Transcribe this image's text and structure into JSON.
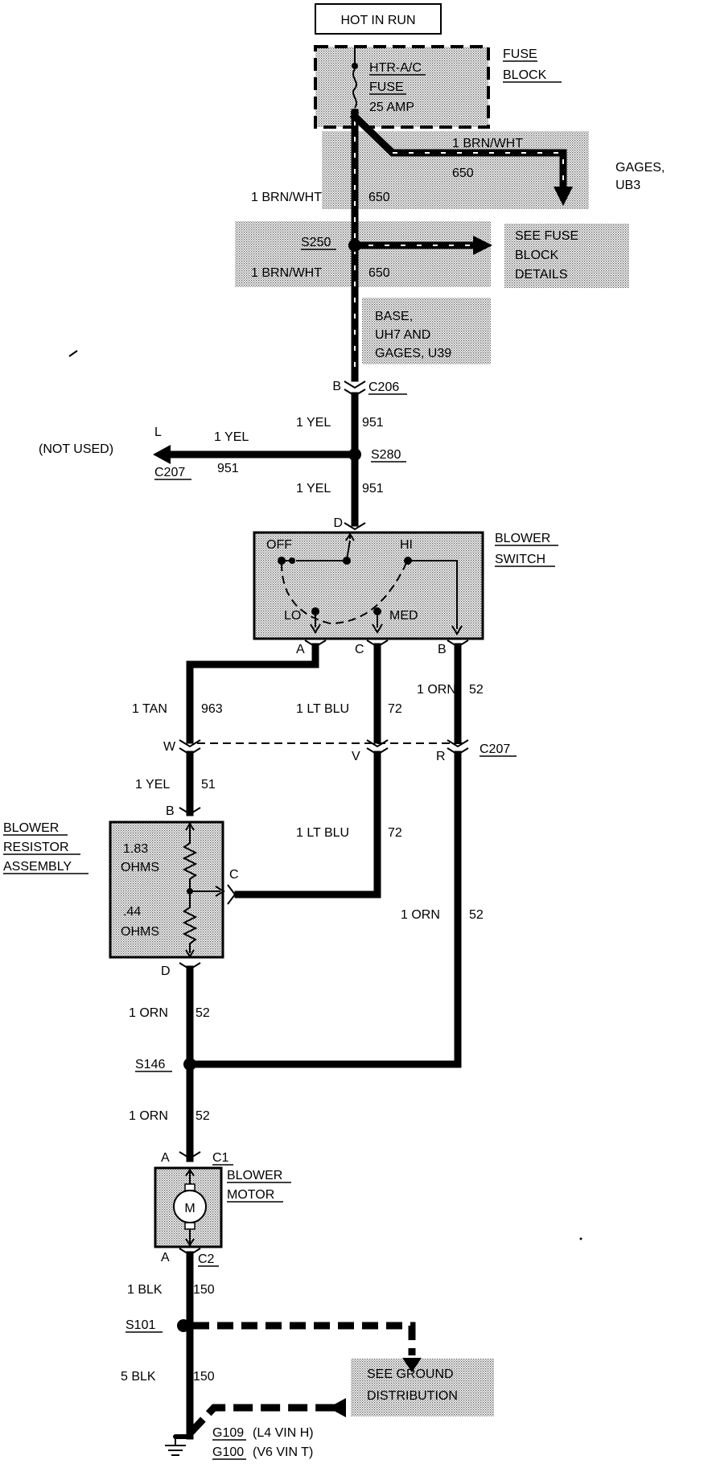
{
  "labels": {
    "hot_in_run": "HOT IN RUN",
    "fuse_block_1": "FUSE",
    "fuse_block_2": "BLOCK",
    "fuse_name_1": "HTR-A/C",
    "fuse_name_2": "FUSE",
    "fuse_rating": "25 AMP",
    "gages_ub3_1": "GAGES,",
    "gages_ub3_2": "UB3",
    "see_fuse_1": "SEE FUSE",
    "see_fuse_2": "BLOCK",
    "see_fuse_3": "DETAILS",
    "base_1": "BASE,",
    "base_2": "UH7 AND",
    "base_3": "GAGES, U39",
    "not_used": "(NOT USED)",
    "blower_switch_1": "BLOWER",
    "blower_switch_2": "SWITCH",
    "sw_off": "OFF",
    "sw_hi": "HI",
    "sw_lo": "LO",
    "sw_med": "MED",
    "resistor_1": "BLOWER",
    "resistor_2": "RESISTOR",
    "resistor_3": "ASSEMBLY",
    "r1_value": "1.83",
    "r1_unit": "OHMS",
    "r2_value": ".44",
    "r2_unit": "OHMS",
    "motor_1": "BLOWER",
    "motor_2": "MOTOR",
    "motor_symbol": "M",
    "see_ground_1": "SEE GROUND",
    "see_ground_2": "DISTRIBUTION",
    "g109": "G109",
    "g109_note": "(L4 VIN H)",
    "g100": "G100",
    "g100_note": "(V6 VIN T)"
  },
  "wires": {
    "brn_wht_top": "1 BRN/WHT",
    "c650_top": "650",
    "brn_wht_branch": "1 BRN/WHT",
    "c650_branch": "650",
    "brn_wht_mid": "1 BRN/WHT",
    "c650_mid": "650",
    "yel_1": "1 YEL",
    "c951_1": "951",
    "yel_left": "1 YEL",
    "c951_left": "951",
    "yel_2": "1 YEL",
    "c951_2": "951",
    "tan": "1 TAN",
    "c963": "963",
    "ltblu_1": "1 LT BLU",
    "c72_1": "72",
    "orn_1": "1 ORN",
    "c52_1": "52",
    "yel_51": "1 YEL",
    "c51": "51",
    "ltblu_2": "1 LT BLU",
    "c72_2": "72",
    "orn_right": "1 ORN",
    "c52_right": "52",
    "orn_d": "1 ORN",
    "c52_d": "52",
    "orn_motor": "1 ORN",
    "c52_motor": "52",
    "blk_1": "1 BLK",
    "c150_1": "150",
    "blk_5": "5 BLK",
    "c150_5": "150"
  },
  "connectors": {
    "s250": "S250",
    "c206": "C206",
    "c206_pin": "B",
    "s280": "S280",
    "c207_left": "C207",
    "c207_left_pin": "L",
    "switch_pin_d": "D",
    "switch_pin_a": "A",
    "switch_pin_c": "C",
    "switch_pin_b": "B",
    "c207_mid": "C207",
    "c207_pin_w": "W",
    "c207_pin_v": "V",
    "c207_pin_r": "R",
    "res_pin_b": "B",
    "res_pin_c": "C",
    "res_pin_d": "D",
    "s146": "S146",
    "motor_pin_a1": "A",
    "motor_c1": "C1",
    "motor_pin_a2": "A",
    "motor_c2": "C2",
    "s101": "S101"
  }
}
